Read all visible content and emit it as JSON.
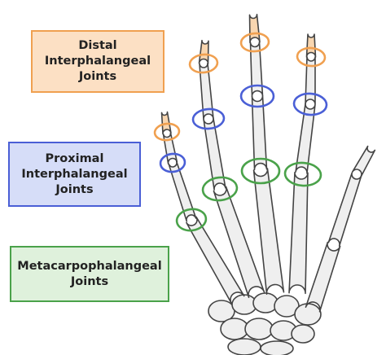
{
  "colors": {
    "distal_fill": "#fce0c4",
    "distal_border": "#f0a050",
    "proximal_fill": "#d6ddf8",
    "proximal_border": "#4a5fd6",
    "mcp_fill": "#dff1dc",
    "mcp_border": "#4aa24a",
    "bone_fill": "#efefef",
    "bone_stroke": "#444444",
    "tip_fill": "#f8d6b0"
  },
  "labels": {
    "distal": [
      "Distal",
      "Interphalangeal",
      "Joints"
    ],
    "proximal": [
      "Proximal",
      "Interphalangeal",
      "Joints"
    ],
    "mcp": [
      "Metacarpophalangeal",
      "Joints"
    ]
  }
}
